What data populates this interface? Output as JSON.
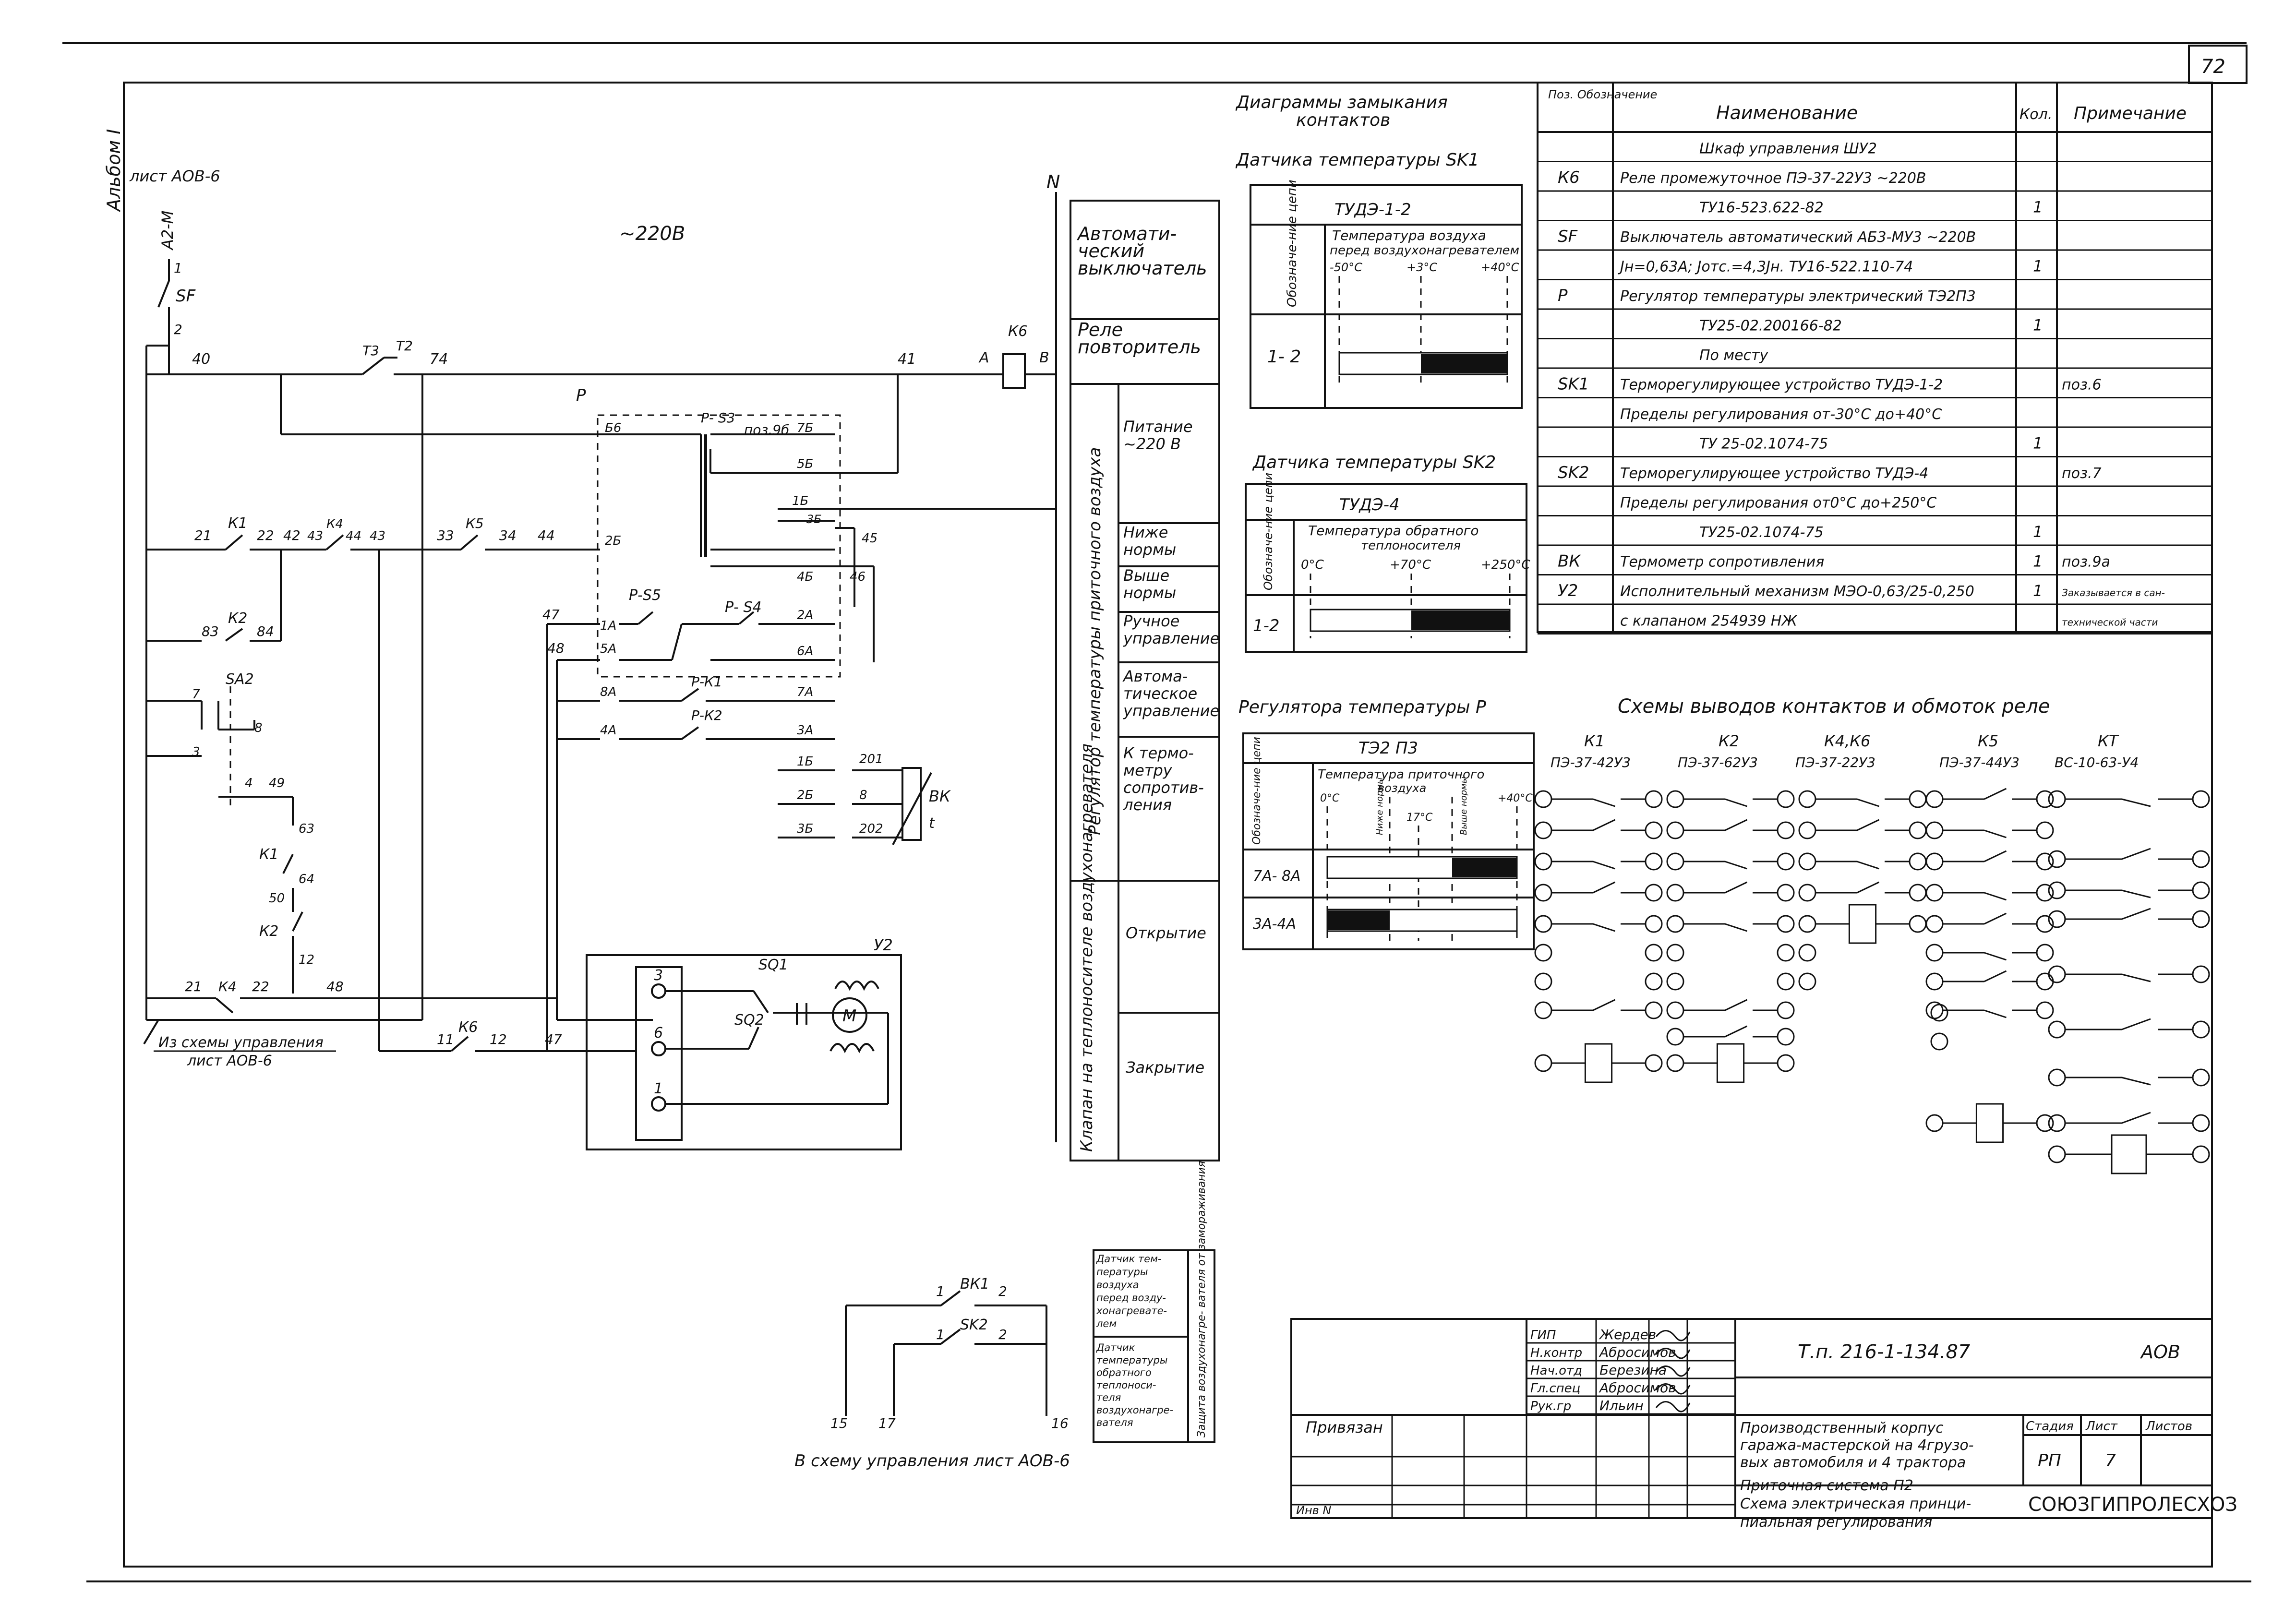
{
  "sheet": {
    "number": "72",
    "album": "Альбом I",
    "code": "Т.п. 216-1-134.87",
    "mark": "АОВ",
    "stage_hdr": "Стадия",
    "sheet_hdr": "Лист",
    "sheets_hdr": "Листов",
    "stage": "РП",
    "sheet_no": "7",
    "org": "СОЮЗГИПРОЛЕСХОЗ",
    "title_lines": [
      "Производственный корпус",
      "гаража-мастерской на 4грузо-",
      "вых автомобиля и 4 трактора",
      "Приточная система П2",
      "Схема электрическая принци-",
      "пиальная регулирования"
    ],
    "stamp_roles": [
      "ГИП",
      "Н.контр",
      "Нач.отд",
      "Гл.спец",
      "Рук.гр"
    ],
    "stamp_names": [
      "Жердев",
      "Абросимов",
      "Березина",
      "Абросимов",
      "Ильин"
    ],
    "privyazan": "Привязан",
    "inv": "Инв N"
  },
  "schematic": {
    "voltage": "~220В",
    "neutral": "N",
    "source_ref": "лист АОВ-6",
    "feed": "А2-М",
    "from_ctrl_1": "Из схемы управления",
    "from_ctrl_2": "лист АОВ-6",
    "to_ctrl": "В схему управления  лист АОВ-6",
    "pos": "поз.9б",
    "labels": {
      "sf": "SF",
      "l1": "1",
      "l2": "2",
      "l40": "40",
      "t3": "Т3",
      "t2": "Т2",
      "l74": "74",
      "l41": "41",
      "a": "А",
      "k6": "К6",
      "b": "В",
      "p": "Р",
      "s3": "Р- S3",
      "b6": "Б6",
      "n7b": "7Б",
      "n5b": "5Б",
      "n1b": "1Б",
      "n3b": "3Б",
      "n21": "21",
      "k1": "К1",
      "n22": "22",
      "n42": "42",
      "n43": "43",
      "k4": "К4",
      "n44": "44",
      "n43b": "43",
      "n33": "33",
      "k5": "К5",
      "n34": "34",
      "n44b": "44",
      "n2b": "2Б",
      "n45": "45",
      "n46": "46",
      "n46b": "4Б",
      "n47": "47",
      "n48": "48",
      "ps5": "Р-S5",
      "ps4": "Р- S4",
      "n1a": "1А",
      "n2a": "2А",
      "n5a": "5А",
      "n6a": "6А",
      "pk1": "Р-К1",
      "pk2": "Р-К2",
      "n8a": "8А",
      "n7a": "7А",
      "n4a": "4А",
      "n3a": "3А",
      "n83": "83",
      "k2": "К2",
      "n84": "84",
      "sa2": "SA2",
      "n7": "7",
      "n8": "8",
      "n3": "3",
      "n4": "4",
      "n49": "49",
      "n63": "63",
      "n64": "64",
      "n50": "50",
      "k2b": "К2",
      "n12": "12",
      "n21b": "21",
      "k4b": "К4",
      "n22b": "22",
      "n48b": "48",
      "n11": "11",
      "k6b": "К6",
      "n12b": "12",
      "n47b": "47",
      "n16": "1Б",
      "n26": "2Б",
      "n36": "3Б",
      "n201": "201",
      "n202": "202",
      "n8b": "8",
      "bk": "ВК",
      "t": "t",
      "y2": "У2",
      "sq1": "SQ1",
      "sq2": "SQ2",
      "m": "М",
      "c3": "3",
      "c6": "6",
      "c1": "1",
      "bk1": "ВК1",
      "sk2": "SK2",
      "b1": "1",
      "b2": "2",
      "b1b": "1",
      "b2b": "2",
      "n15": "15",
      "n17": "17",
      "n16b": "16"
    }
  },
  "func_table": {
    "rows": [
      [
        "Автомати-",
        "ческий",
        "выключатель"
      ],
      [
        "Реле",
        "повторитель"
      ],
      [
        "Питание",
        "~220 В"
      ],
      [
        "Ниже",
        "нормы"
      ],
      [
        "Выше",
        "нормы"
      ],
      [
        "Ручное",
        "управление"
      ],
      [
        "Автома-",
        "тическое",
        "управление"
      ],
      [
        "К термо-",
        "метру",
        "сопротив-",
        "ления"
      ],
      [
        "Открытие"
      ],
      [
        "Закрытие"
      ]
    ],
    "group1": "Регулятор температуры приточного воздуха",
    "group2": "Клапан на теплоносителе воздухонагревателя"
  },
  "small_table": {
    "rows": [
      "Датчик тем-",
      "пературы",
      "воздуха",
      "перед возду-",
      "хонагревате-",
      "лем",
      "Датчик",
      "температуры",
      "обратного",
      "теплоноси-",
      "теля",
      "воздухонагре-",
      "вателя"
    ],
    "side": "Защита воздухонагре- вателя от замораживания"
  },
  "diagrams": {
    "title1": "Диаграммы  замыкания",
    "title2": "контактов",
    "sk1_title": "Датчика  температуры  SK1",
    "sk1_type": "ТУДЭ-1-2",
    "sk1_hdr1": "Температура воздуха",
    "sk1_hdr2": "перед воздухонагревателем",
    "sk1_ticks": [
      "-50°С",
      "+3°С",
      "+40°С"
    ],
    "col_desig": "Обозначе-ние цепи",
    "sk1_row": "1- 2",
    "sk2_title": "Датчика  температуры  SK2",
    "sk2_type": "ТУДЭ-4",
    "sk2_hdr1": "Температура  обратного",
    "sk2_hdr2": "теплоносителя",
    "sk2_ticks": [
      "0°С",
      "+70°С",
      "+250°С"
    ],
    "sk2_row": "1-2",
    "p_title": "Регулятора  температуры Р",
    "p_type": "ТЭ2 П3",
    "p_hdr1": "Температура  приточного",
    "p_hdr2": "воздуха",
    "p_ticks": [
      "0°С",
      "Ниже нормы",
      "17°С",
      "Выше нормы",
      "+40°С"
    ],
    "p_rows": [
      "7А- 8А",
      "3А-4А"
    ]
  },
  "spec": {
    "hdr_pos": "Поз. Обозначение",
    "hdr_name": "Наименование",
    "hdr_qty": "Кол.",
    "hdr_note": "Примечание",
    "rows": [
      {
        "pos": "",
        "name": "Шкаф   управления   ШУ2",
        "qty": "",
        "note": "",
        "center": true
      },
      {
        "pos": "К6",
        "name": "Реле промежуточное ПЭ-37-22У3 ~220В",
        "qty": "",
        "note": ""
      },
      {
        "pos": "",
        "name": "ТУ16-523.622-82",
        "qty": "1",
        "note": "",
        "center": true
      },
      {
        "pos": "SF",
        "name": "Выключатель автоматический АБ3-МУ3 ~220В",
        "qty": "",
        "note": ""
      },
      {
        "pos": "",
        "name": "Jн=0,63А; Jотс.=4,3Jн.  ТУ16-522.110-74",
        "qty": "1",
        "note": ""
      },
      {
        "pos": "Р",
        "name": "Регулятор температуры электрический ТЭ2П3",
        "qty": "",
        "note": ""
      },
      {
        "pos": "",
        "name": "ТУ25-02.200166-82",
        "qty": "1",
        "note": "",
        "center": true
      },
      {
        "pos": "",
        "name": "По   месту",
        "qty": "",
        "note": "",
        "center": true
      },
      {
        "pos": "SK1",
        "name": "Терморегулирующее устройство ТУДЭ-1-2",
        "qty": "",
        "note": "поз.6"
      },
      {
        "pos": "",
        "name": "Пределы регулирования от-30°С до+40°С",
        "qty": "",
        "note": ""
      },
      {
        "pos": "",
        "name": "ТУ 25-02.1074-75",
        "qty": "1",
        "note": "",
        "center": true
      },
      {
        "pos": "SK2",
        "name": "Терморегулирующее устройство ТУДЭ-4",
        "qty": "",
        "note": "поз.7"
      },
      {
        "pos": "",
        "name": "Пределы регулирования от0°С до+250°С",
        "qty": "",
        "note": ""
      },
      {
        "pos": "",
        "name": "ТУ25-02.1074-75",
        "qty": "1",
        "note": "",
        "center": true
      },
      {
        "pos": "ВК",
        "name": "Термометр сопротивления",
        "qty": "1",
        "note": "поз.9а"
      },
      {
        "pos": "У2",
        "name": "Исполнительный механизм МЭО-0,63/25-0,250",
        "qty": "1",
        "note": "Заказывается в сан-"
      },
      {
        "pos": "",
        "name": "с клапаном  254939 НЖ",
        "qty": "",
        "note": "технической части"
      }
    ]
  },
  "relays": {
    "title": "Схемы  выводов  контактов  и  обмоток  реле",
    "k1": {
      "name": "К1",
      "type": "ПЭ-37-42У3"
    },
    "k2": {
      "name": "К2",
      "type": "ПЭ-37-62У3"
    },
    "k46": {
      "name": "К4,К6",
      "type": "ПЭ-37-22У3"
    },
    "k5": {
      "name": "К5",
      "type": "ПЭ-37-44У3"
    },
    "kt": {
      "name": "КТ",
      "type": "ВС-10-63-У4"
    }
  }
}
